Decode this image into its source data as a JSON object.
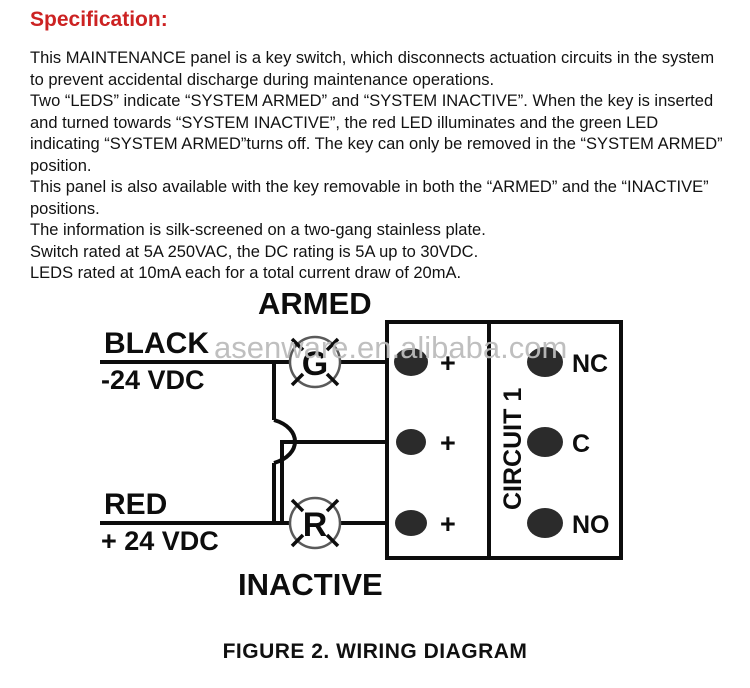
{
  "spec": {
    "title": "Specification:",
    "paragraphs": [
      "This MAINTENANCE panel is a key switch, which disconnects actuation circuits in the system to prevent accidental discharge during maintenance operations.",
      "Two “LEDS” indicate “SYSTEM ARMED” and “SYSTEM INACTIVE”. When the key is inserted and turned towards “SYSTEM INACTIVE”, the red LED illuminates and the green LED indicating “SYSTEM ARMED”turns off. The key can only be removed in the “SYSTEM ARMED” position.",
      "This panel is also available with the key removable in both the “ARMED” and the “INACTIVE” positions.",
      "The information is silk-screened on a two-gang stainless plate.",
      "Switch rated at  5A 250VAC, the DC rating is 5A up to 30VDC.",
      "LEDS rated at 10mA each for a total current draw of 20mA."
    ]
  },
  "diagram": {
    "watermark": "asenware.en.alibaba.com",
    "armed_label": "ARMED",
    "inactive_label": "INACTIVE",
    "green_led": "G",
    "red_led": "R",
    "wires": [
      {
        "name": "black",
        "label": "BLACK",
        "sublabel": "-24 VDC"
      },
      {
        "name": "red",
        "label": "RED",
        "sublabel": "+ 24 VDC"
      }
    ],
    "led_terminals": [
      "+",
      "+",
      "+"
    ],
    "circuit_label": "CIRCUIT 1",
    "circuit_terminals": [
      "NC",
      "C",
      "NO"
    ]
  },
  "caption": "FIGURE 2.   WIRING DIAGRAM",
  "colors": {
    "title": "#cc2222",
    "ink": "#0d0d0d",
    "watermark": "#bcbcbc"
  }
}
